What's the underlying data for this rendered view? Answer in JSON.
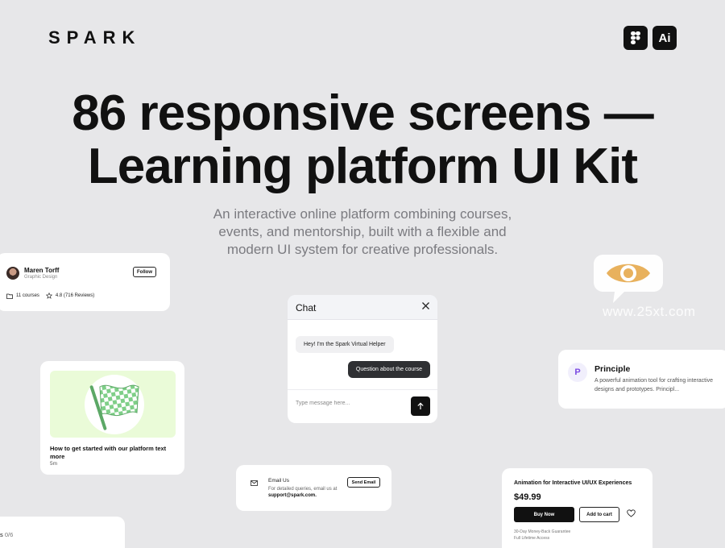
{
  "brand": "SPARK",
  "tools": [
    "figma-icon",
    "Ai"
  ],
  "headline": {
    "line1": "86 responsive screens —",
    "line2": "Learning platform UI Kit"
  },
  "subtitle": {
    "line1": "An interactive online platform combining courses,",
    "line2": "events, and mentorship, built with a flexible and",
    "line3": "modern UI system for creative professionals."
  },
  "profile": {
    "name": "Maren Torff",
    "role": "Graphic Design",
    "follow_label": "Follow",
    "courses": "11 courses",
    "rating": "4.8 (716 Reviews)"
  },
  "course": {
    "title": "How to get started with our platform text more",
    "duration": "5m",
    "image_bg": "#eafbd8",
    "flag_color": "#7fcf88"
  },
  "chat": {
    "title": "Chat",
    "incoming": "Hey! I'm the Spark Virtual Helper",
    "outgoing": "Question about the course",
    "input_placeholder": "Type message here..."
  },
  "principle": {
    "logo": "P",
    "title": "Principle",
    "description": "A powerful animation tool for crafting interactive designs and prototypes. Principl..."
  },
  "email": {
    "title": "Email Us",
    "description": "For detailed queries, email us at",
    "address": "support@spark.com.",
    "button": "Send Email"
  },
  "product": {
    "title": "Animation for Interactive UI/UX Experiences",
    "price": "$49.99",
    "buy_label": "Buy Now",
    "cart_label": "Add to cart",
    "note1": "30-Day Money-Back Guarantee",
    "note2": "Full Lifetime Access"
  },
  "modules": {
    "label": "ules",
    "count": "0/6"
  },
  "watermark": "www.25xt.com",
  "colors": {
    "background": "#e7e7e9",
    "accent_dark": "#111111",
    "principle_purple": "#7b4ae2",
    "watermark_eye": "#e8b15d"
  }
}
